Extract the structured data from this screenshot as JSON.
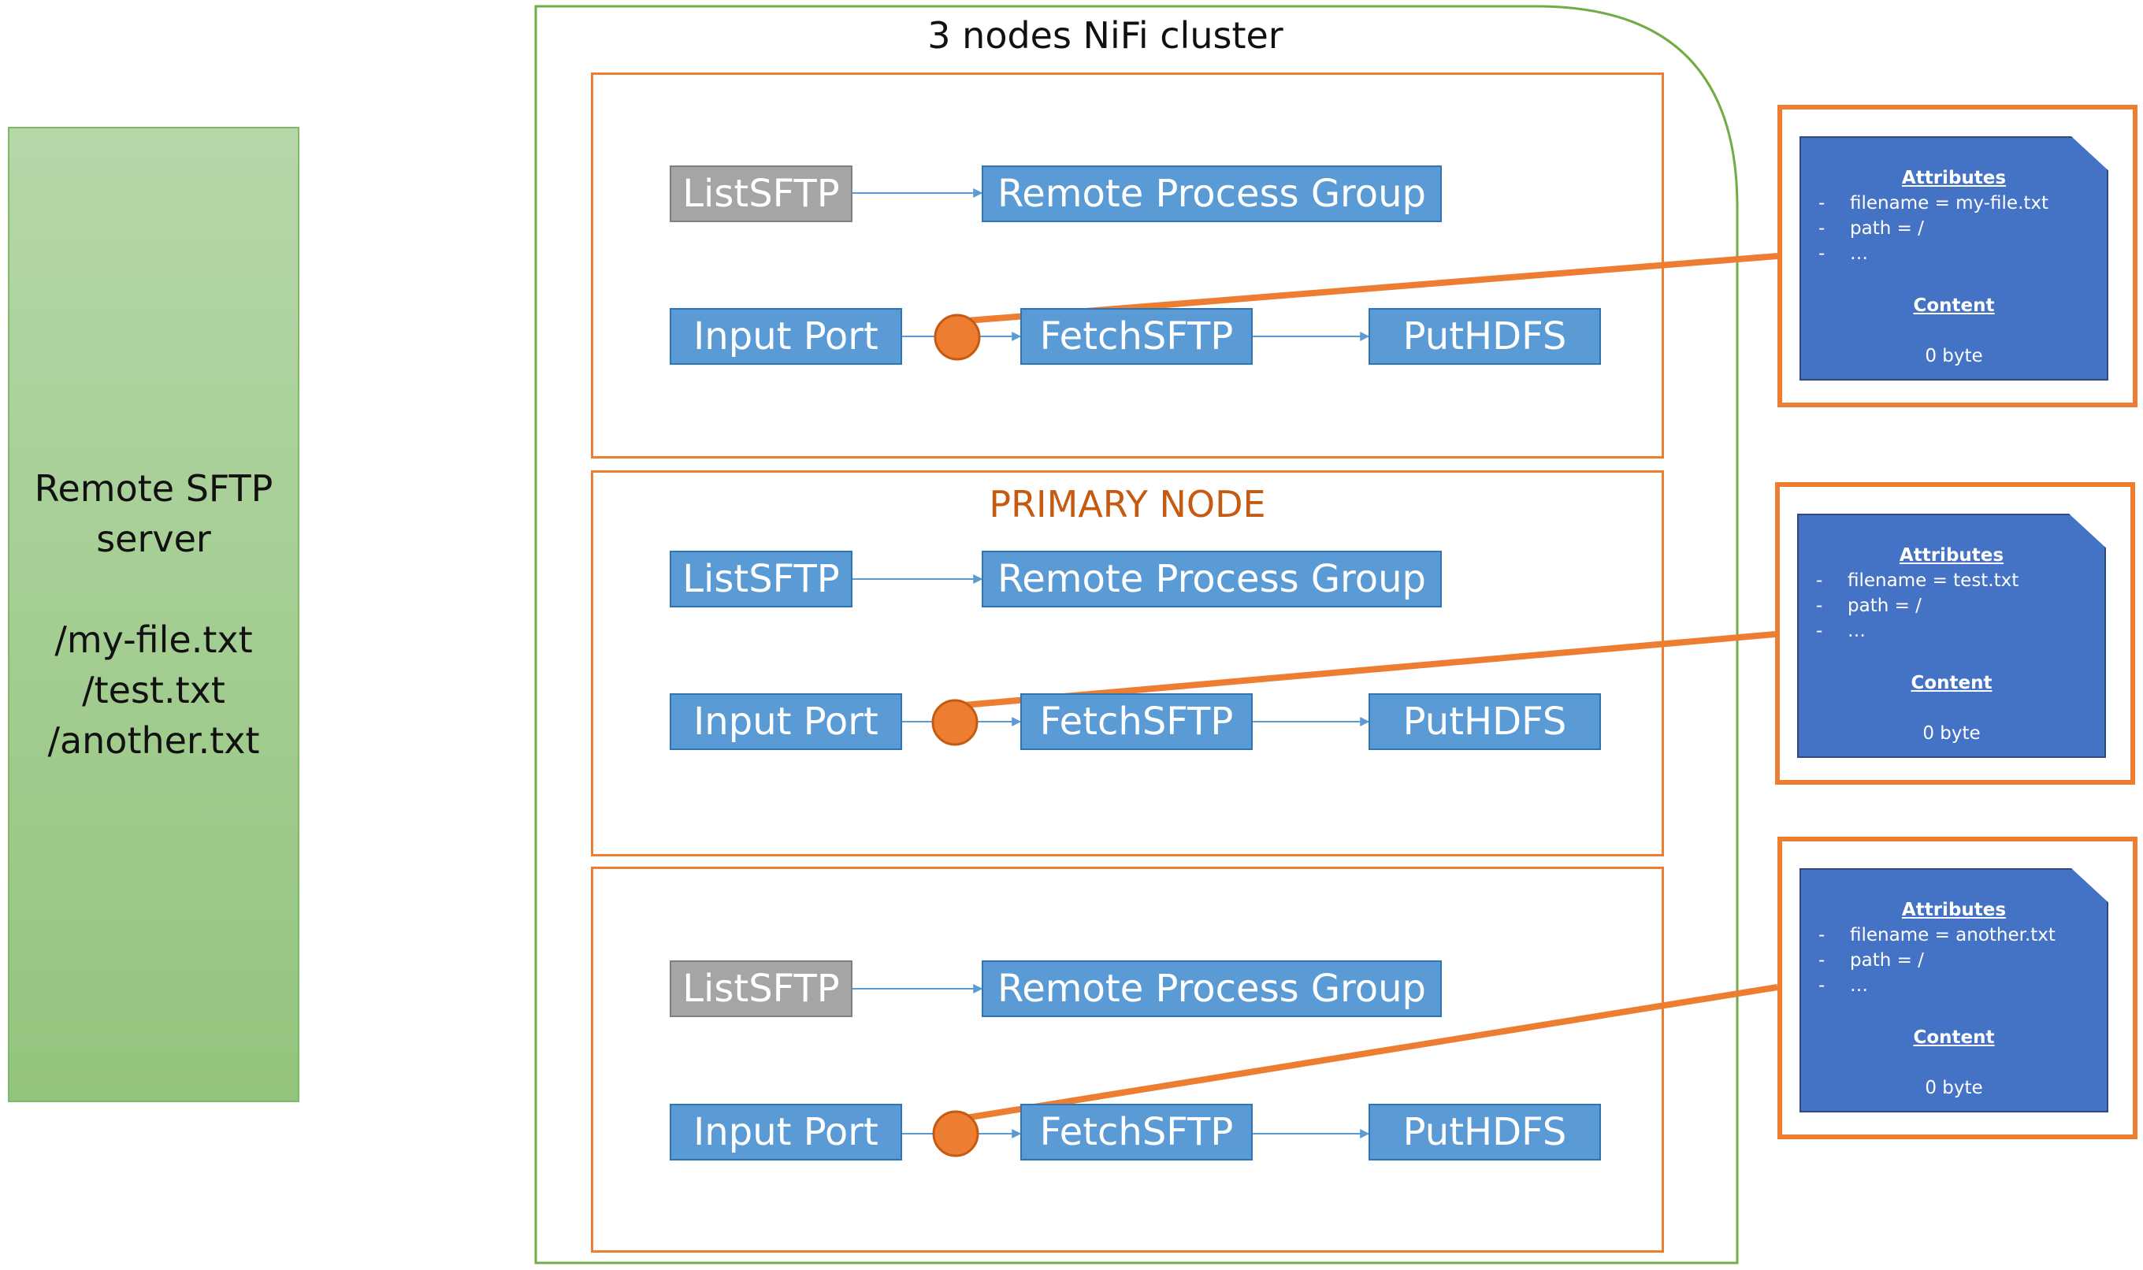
{
  "server": {
    "name_line1": "Remote SFTP",
    "name_line2": "server",
    "files": [
      "/my-file.txt",
      "/test.txt",
      "/another.txt"
    ]
  },
  "cluster": {
    "title": "3 nodes NiFi cluster",
    "primary_label": "PRIMARY NODE"
  },
  "processors": {
    "list": "ListSFTP",
    "rpg": "Remote Process Group",
    "input_port": "Input Port",
    "fetch": "FetchSFTP",
    "put": "PutHDFS"
  },
  "flowfiles": [
    {
      "attributes_heading": "Attributes",
      "attributes": [
        "filename = my-file.txt",
        "path = /",
        "…"
      ],
      "content_heading": "Content",
      "content_size": "0 byte"
    },
    {
      "attributes_heading": "Attributes",
      "attributes": [
        "filename = test.txt",
        "path = /",
        "…"
      ],
      "content_heading": "Content",
      "content_size": "0 byte"
    },
    {
      "attributes_heading": "Attributes",
      "attributes": [
        "filename = another.txt",
        "path = /",
        "…"
      ],
      "content_heading": "Content",
      "content_size": "0 byte"
    }
  ],
  "colors": {
    "processor_fill": "#5b9bd5",
    "processor_inactive_fill": "#a5a5a5",
    "node_border": "#ed7d31",
    "cluster_border": "#70ad47",
    "server_fill": "#a9d08e",
    "flowfile_fill": "#4472c4",
    "primary_label": "#c55a11"
  }
}
